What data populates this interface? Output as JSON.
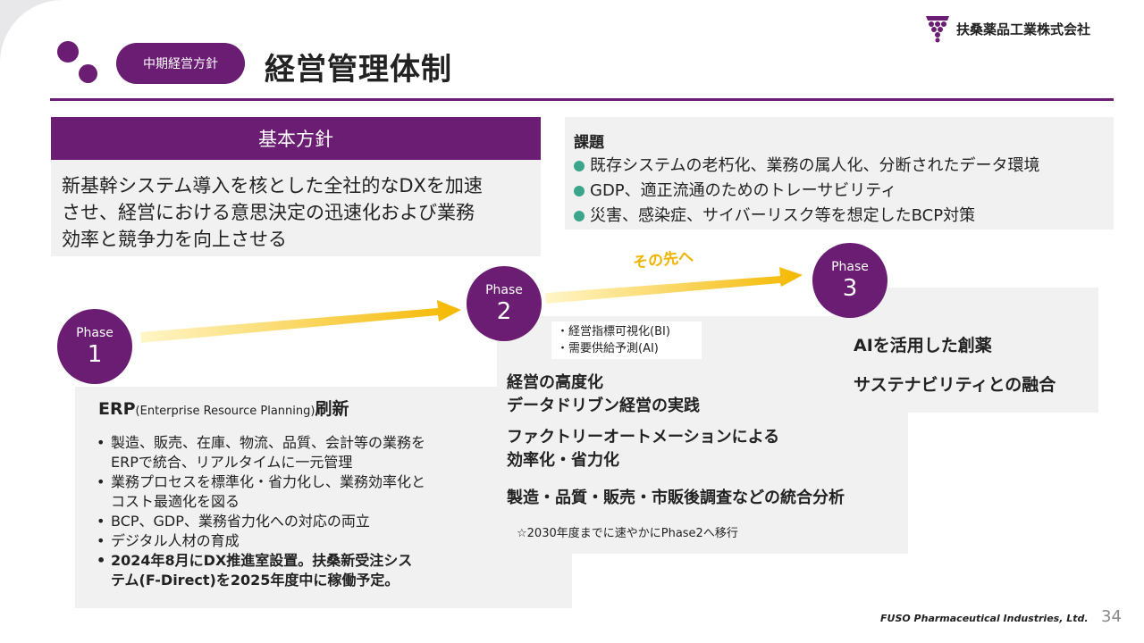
{
  "header": {
    "tag": "中期経営方針",
    "title": "経営管理体制",
    "company_name": "扶桑薬品工業株式会社"
  },
  "policy": {
    "heading": "基本方針",
    "lines": [
      "新基幹システム導入を核とした全社的なDXを加速",
      "させ、経営における意思決定の迅速化および業務",
      "効率と競争力を向上させる"
    ]
  },
  "issues": {
    "heading": "課題",
    "items": [
      "既存システムの老朽化、業務の属人化、分断されたデータ環境",
      "GDP、適正流通のためのトレーサビリティ",
      "災害、感染症、サイバーリスク等を想定したBCP対策"
    ]
  },
  "phase1": {
    "label": "Phase",
    "number": "1",
    "title_main": "ERP",
    "title_paren": "(Enterprise Resource Planning)",
    "title_suffix": "刷新",
    "bullets": [
      "製造、販売、在庫、物流、品質、会計等の業務を",
      "ERPで統合、リアルタイムに一元管理",
      "業務プロセスを標準化・省力化し、業務効率化と",
      "コスト最適化を図る",
      "BCP、GDP、業務省力化への対応の両立",
      "デジタル人材の育成",
      "2024年8月にDX推進室設置。扶桑新受注シス",
      "テム(F-Direct)を2025年度中に稼働予定。"
    ]
  },
  "phase2": {
    "label": "Phase",
    "number": "2",
    "notes": [
      "・経営指標可視化(BI)",
      "・需要供給予測(AI)"
    ],
    "items": [
      "経営の高度化",
      "データドリブン経営の実践",
      "ファクトリーオートメーションによる",
      "効率化・省力化",
      "製造・品質・販売・市販後調査などの統合分析"
    ],
    "footnote": "☆2030年度までに速やかにPhase2へ移行"
  },
  "next_label": "その先へ",
  "phase3": {
    "label": "Phase",
    "number": "3",
    "items": [
      "AIを活用した創薬",
      "サステナビリティとの融合"
    ]
  },
  "footer": {
    "brand": "FUSO Pharmaceutical Industries, Ltd.",
    "page": "34"
  },
  "colors": {
    "brand_purple": "#6b1c73",
    "arrow_yellow": "#f5b800",
    "bullet_green": "#3aa58a",
    "panel_gray": "#f1f1f1"
  }
}
